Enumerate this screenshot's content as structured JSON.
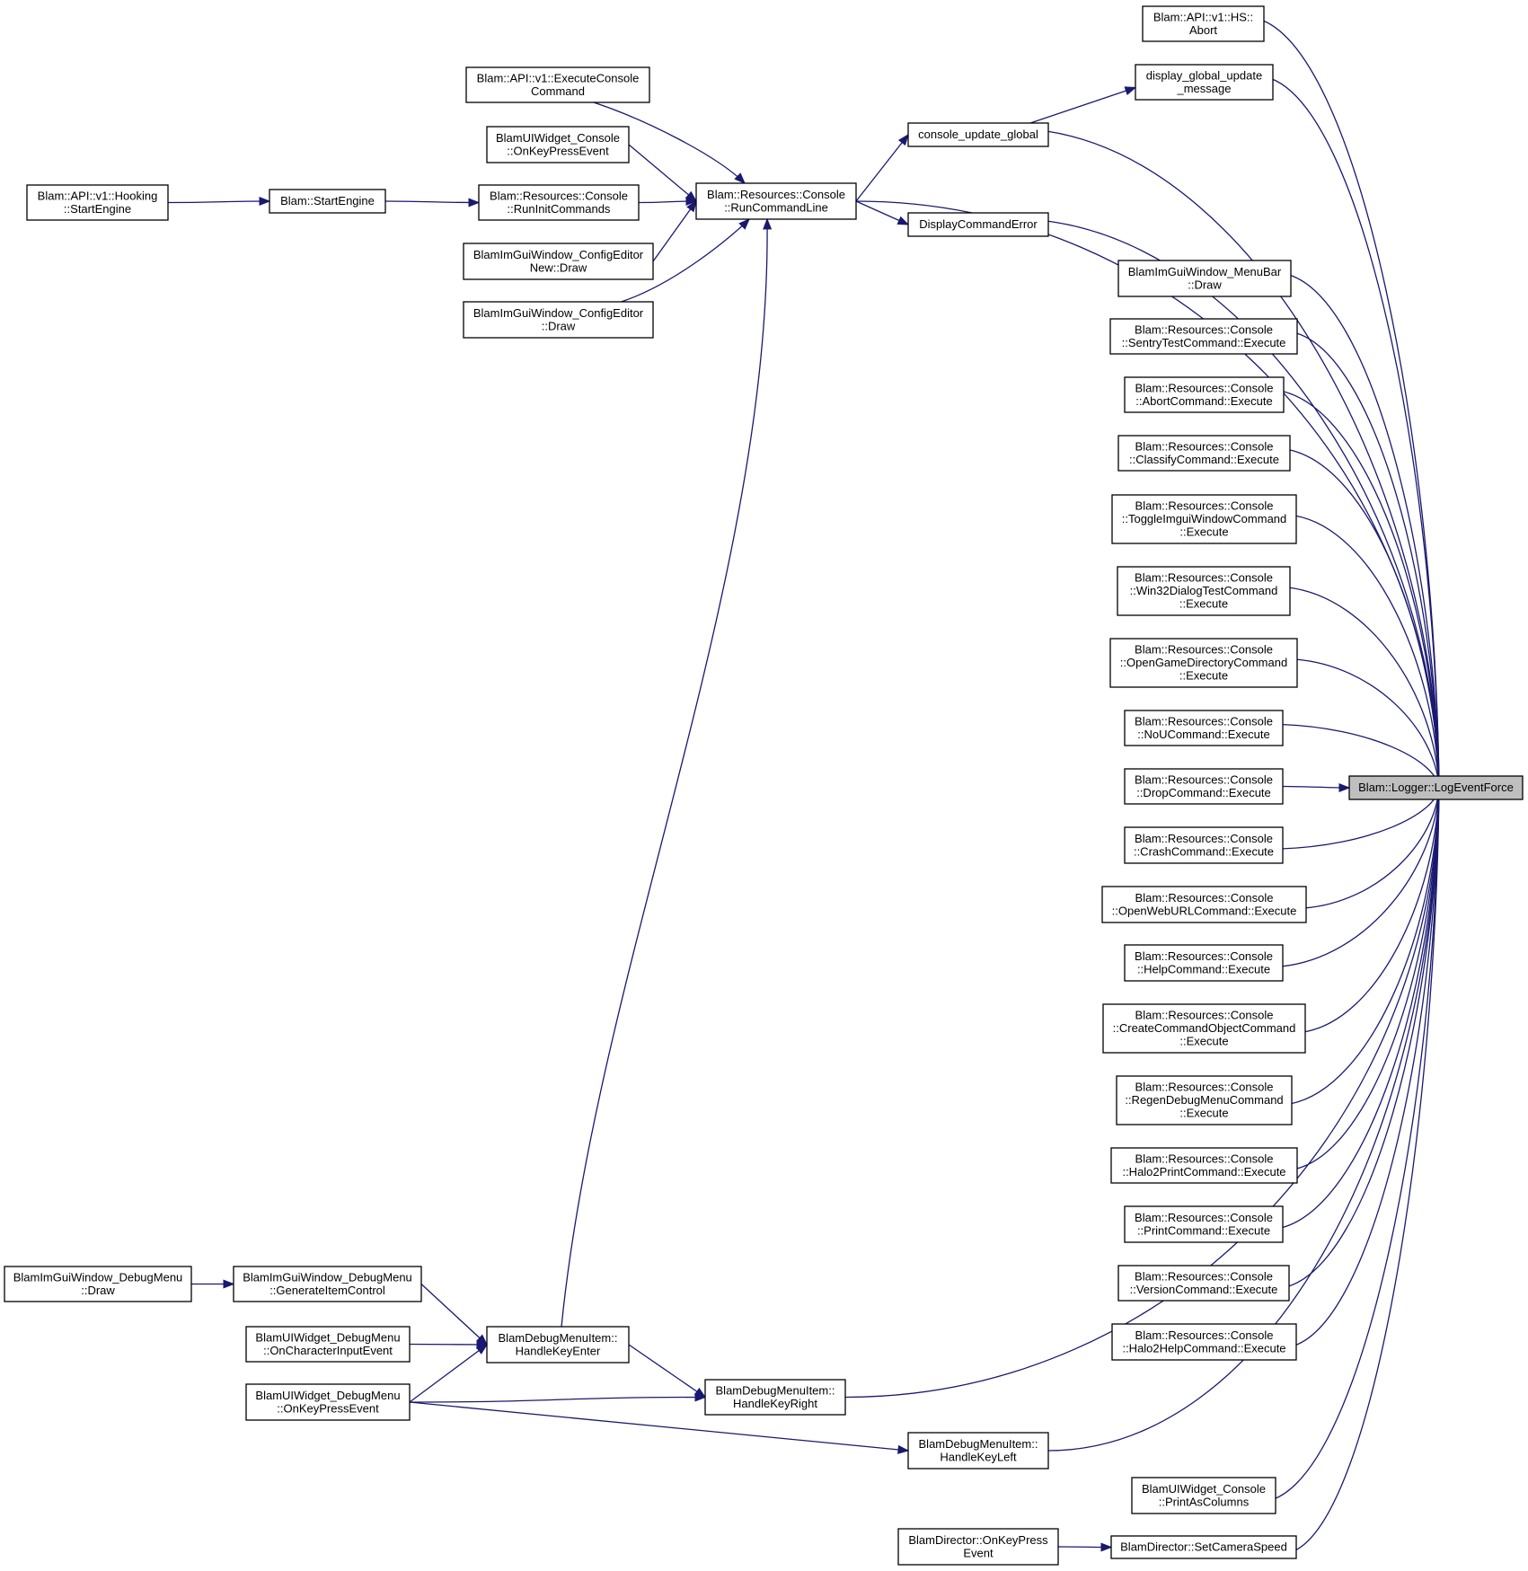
{
  "graph": {
    "root": "logeventforce",
    "nodes": [
      {
        "id": "logeventforce",
        "lines": [
          "Blam::Logger::LogEventForce"
        ],
        "root": true
      },
      {
        "id": "hs_abort",
        "lines": [
          "Blam::API::v1::HS::",
          "Abort"
        ]
      },
      {
        "id": "display_global_update",
        "lines": [
          "display_global_update",
          "_message"
        ]
      },
      {
        "id": "console_update_global",
        "lines": [
          "console_update_global"
        ]
      },
      {
        "id": "runcommandline",
        "lines": [
          "Blam::Resources::Console",
          "::RunCommandLine"
        ]
      },
      {
        "id": "displaycommanderror",
        "lines": [
          "DisplayCommandError"
        ]
      },
      {
        "id": "executeconsolecommand",
        "lines": [
          "Blam::API::v1::ExecuteConsole",
          "Command"
        ]
      },
      {
        "id": "uiwidget_console_onkeypress",
        "lines": [
          "BlamUIWidget_Console",
          "::OnKeyPressEvent"
        ]
      },
      {
        "id": "runinitcommands",
        "lines": [
          "Blam::Resources::Console",
          "::RunInitCommands"
        ]
      },
      {
        "id": "configeditornew_draw",
        "lines": [
          "BlamImGuiWindow_ConfigEditor",
          "New::Draw"
        ]
      },
      {
        "id": "configeditor_draw",
        "lines": [
          "BlamImGuiWindow_ConfigEditor",
          "::Draw"
        ]
      },
      {
        "id": "startengine",
        "lines": [
          "Blam::StartEngine"
        ]
      },
      {
        "id": "hooking_startengine",
        "lines": [
          "Blam::API::v1::Hooking",
          "::StartEngine"
        ]
      },
      {
        "id": "menubar_draw",
        "lines": [
          "BlamImGuiWindow_MenuBar",
          "::Draw"
        ]
      },
      {
        "id": "sentrytest",
        "lines": [
          "Blam::Resources::Console",
          "::SentryTestCommand::Execute"
        ]
      },
      {
        "id": "abortcmd",
        "lines": [
          "Blam::Resources::Console",
          "::AbortCommand::Execute"
        ]
      },
      {
        "id": "classifycmd",
        "lines": [
          "Blam::Resources::Console",
          "::ClassifyCommand::Execute"
        ]
      },
      {
        "id": "toggleimgui",
        "lines": [
          "Blam::Resources::Console",
          "::ToggleImguiWindowCommand",
          "::Execute"
        ]
      },
      {
        "id": "win32dialog",
        "lines": [
          "Blam::Resources::Console",
          "::Win32DialogTestCommand",
          "::Execute"
        ]
      },
      {
        "id": "opengamedir",
        "lines": [
          "Blam::Resources::Console",
          "::OpenGameDirectoryCommand",
          "::Execute"
        ]
      },
      {
        "id": "noucmd",
        "lines": [
          "Blam::Resources::Console",
          "::NoUCommand::Execute"
        ]
      },
      {
        "id": "dropcmd",
        "lines": [
          "Blam::Resources::Console",
          "::DropCommand::Execute"
        ]
      },
      {
        "id": "crashcmd",
        "lines": [
          "Blam::Resources::Console",
          "::CrashCommand::Execute"
        ]
      },
      {
        "id": "openweburl",
        "lines": [
          "Blam::Resources::Console",
          "::OpenWebURLCommand::Execute"
        ]
      },
      {
        "id": "helpcmd",
        "lines": [
          "Blam::Resources::Console",
          "::HelpCommand::Execute"
        ]
      },
      {
        "id": "createcmdobj",
        "lines": [
          "Blam::Resources::Console",
          "::CreateCommandObjectCommand",
          "::Execute"
        ]
      },
      {
        "id": "regendebugmenu",
        "lines": [
          "Blam::Resources::Console",
          "::RegenDebugMenuCommand",
          "::Execute"
        ]
      },
      {
        "id": "halo2print",
        "lines": [
          "Blam::Resources::Console",
          "::Halo2PrintCommand::Execute"
        ]
      },
      {
        "id": "printcmd",
        "lines": [
          "Blam::Resources::Console",
          "::PrintCommand::Execute"
        ]
      },
      {
        "id": "versioncmd",
        "lines": [
          "Blam::Resources::Console",
          "::VersionCommand::Execute"
        ]
      },
      {
        "id": "halo2help",
        "lines": [
          "Blam::Resources::Console",
          "::Halo2HelpCommand::Execute"
        ]
      },
      {
        "id": "handlekeyright",
        "lines": [
          "BlamDebugMenuItem::",
          "HandleKeyRight"
        ]
      },
      {
        "id": "handlekeyleft",
        "lines": [
          "BlamDebugMenuItem::",
          "HandleKeyLeft"
        ]
      },
      {
        "id": "printascolumns",
        "lines": [
          "BlamUIWidget_Console",
          "::PrintAsColumns"
        ]
      },
      {
        "id": "setcameraspeed",
        "lines": [
          "BlamDirector::SetCameraSpeed"
        ]
      },
      {
        "id": "director_onkeypress",
        "lines": [
          "BlamDirector::OnKeyPress",
          "Event"
        ]
      },
      {
        "id": "handlekeyenter",
        "lines": [
          "BlamDebugMenuItem::",
          "HandleKeyEnter"
        ]
      },
      {
        "id": "generateitemcontrol",
        "lines": [
          "BlamImGuiWindow_DebugMenu",
          "::GenerateItemControl"
        ]
      },
      {
        "id": "debugmenu_draw",
        "lines": [
          "BlamImGuiWindow_DebugMenu",
          "::Draw"
        ]
      },
      {
        "id": "debugmenu_oncharinput",
        "lines": [
          "BlamUIWidget_DebugMenu",
          "::OnCharacterInputEvent"
        ]
      },
      {
        "id": "debugmenu_onkeypress",
        "lines": [
          "BlamUIWidget_DebugMenu",
          "::OnKeyPressEvent"
        ]
      }
    ],
    "edges": [
      {
        "from": "hs_abort",
        "to": "logeventforce"
      },
      {
        "from": "display_global_update",
        "to": "logeventforce"
      },
      {
        "from": "console_update_global",
        "to": "logeventforce"
      },
      {
        "from": "runcommandline",
        "to": "logeventforce"
      },
      {
        "from": "displaycommanderror",
        "to": "logeventforce"
      },
      {
        "from": "menubar_draw",
        "to": "logeventforce"
      },
      {
        "from": "sentrytest",
        "to": "logeventforce"
      },
      {
        "from": "abortcmd",
        "to": "logeventforce"
      },
      {
        "from": "classifycmd",
        "to": "logeventforce"
      },
      {
        "from": "toggleimgui",
        "to": "logeventforce"
      },
      {
        "from": "win32dialog",
        "to": "logeventforce"
      },
      {
        "from": "opengamedir",
        "to": "logeventforce"
      },
      {
        "from": "noucmd",
        "to": "logeventforce"
      },
      {
        "from": "dropcmd",
        "to": "logeventforce"
      },
      {
        "from": "crashcmd",
        "to": "logeventforce"
      },
      {
        "from": "openweburl",
        "to": "logeventforce"
      },
      {
        "from": "helpcmd",
        "to": "logeventforce"
      },
      {
        "from": "createcmdobj",
        "to": "logeventforce"
      },
      {
        "from": "regendebugmenu",
        "to": "logeventforce"
      },
      {
        "from": "halo2print",
        "to": "logeventforce"
      },
      {
        "from": "printcmd",
        "to": "logeventforce"
      },
      {
        "from": "versioncmd",
        "to": "logeventforce"
      },
      {
        "from": "halo2help",
        "to": "logeventforce"
      },
      {
        "from": "handlekeyright",
        "to": "logeventforce"
      },
      {
        "from": "handlekeyleft",
        "to": "logeventforce"
      },
      {
        "from": "printascolumns",
        "to": "logeventforce"
      },
      {
        "from": "setcameraspeed",
        "to": "logeventforce"
      },
      {
        "from": "console_update_global",
        "to": "display_global_update"
      },
      {
        "from": "runcommandline",
        "to": "console_update_global"
      },
      {
        "from": "runcommandline",
        "to": "displaycommanderror"
      },
      {
        "from": "executeconsolecommand",
        "to": "runcommandline"
      },
      {
        "from": "uiwidget_console_onkeypress",
        "to": "runcommandline"
      },
      {
        "from": "runinitcommands",
        "to": "runcommandline"
      },
      {
        "from": "configeditornew_draw",
        "to": "runcommandline"
      },
      {
        "from": "configeditor_draw",
        "to": "runcommandline"
      },
      {
        "from": "handlekeyenter",
        "to": "runcommandline"
      },
      {
        "from": "startengine",
        "to": "runinitcommands"
      },
      {
        "from": "hooking_startengine",
        "to": "startengine"
      },
      {
        "from": "handlekeyenter",
        "to": "handlekeyright"
      },
      {
        "from": "debugmenu_onkeypress",
        "to": "handlekeyright"
      },
      {
        "from": "debugmenu_onkeypress",
        "to": "handlekeyleft"
      },
      {
        "from": "generateitemcontrol",
        "to": "handlekeyenter"
      },
      {
        "from": "debugmenu_oncharinput",
        "to": "handlekeyenter"
      },
      {
        "from": "debugmenu_onkeypress",
        "to": "handlekeyenter"
      },
      {
        "from": "debugmenu_draw",
        "to": "generateitemcontrol"
      },
      {
        "from": "director_onkeypress",
        "to": "setcameraspeed"
      }
    ]
  },
  "colors": {
    "edge": "#191970",
    "root_fill": "#bfbfbf",
    "node_fill": "#ffffff",
    "node_border": "#000000"
  }
}
